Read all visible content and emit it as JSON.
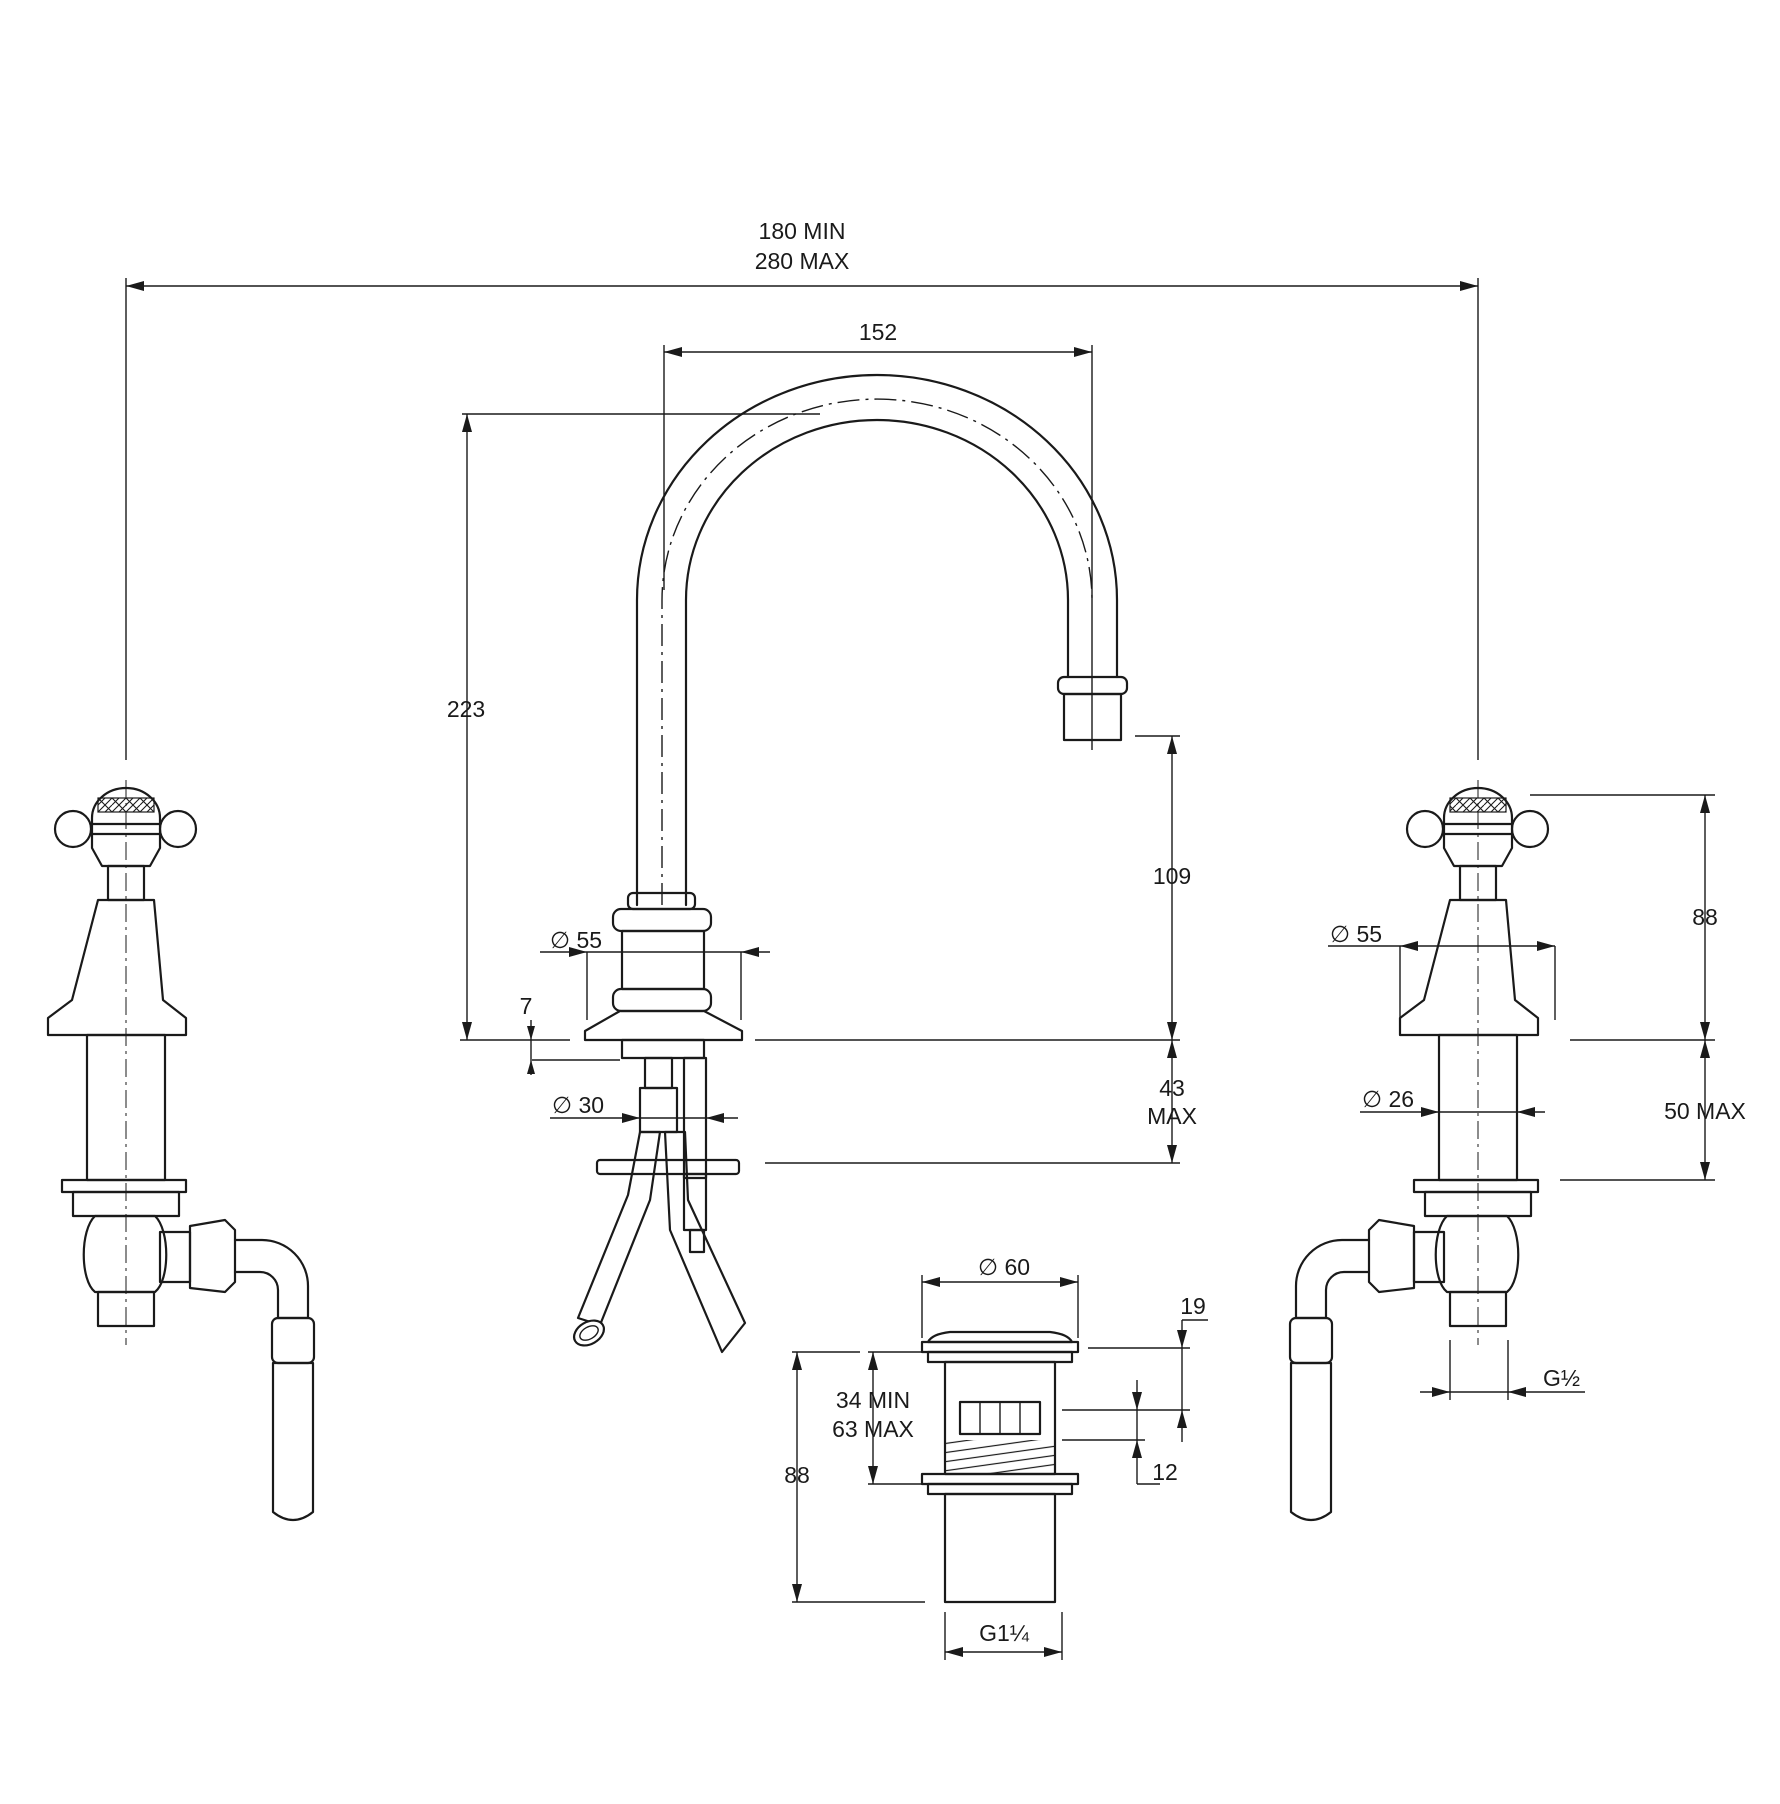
{
  "dimensions": {
    "overall_span": [
      "180 MIN",
      "280 MAX"
    ],
    "spout_reach": "152",
    "spout_height": "223",
    "outlet_clearance": "109",
    "spout_base_diameter": "55",
    "base_thickness": "7",
    "spout_tail_diameter": "30",
    "spout_mount_depth": [
      "43",
      "MAX"
    ],
    "handle_height": "88",
    "handle_base_diameter": "55",
    "handle_tail_diameter": "26",
    "handle_mount_depth": "50 MAX",
    "inlet_thread": "G½",
    "waste_head_diameter": "60",
    "waste_plug_height": "19",
    "waste_overflow_offset": "12",
    "waste_basin_thickness": [
      "34 MIN",
      "63 MAX"
    ],
    "waste_height": "88",
    "waste_thread": "G1¼"
  }
}
